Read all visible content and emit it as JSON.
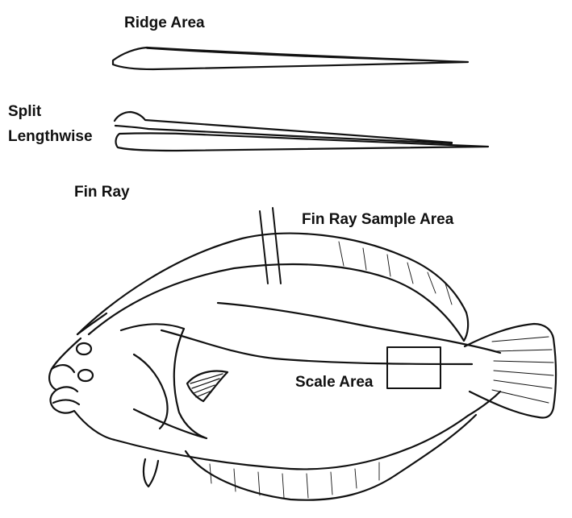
{
  "labels": {
    "ridge_area": "Ridge Area",
    "split_line1": "Split",
    "split_line2": "Lengthwise",
    "fin_ray": "Fin Ray",
    "fin_ray_sample_area": "Fin Ray Sample Area",
    "scale_area": "Scale Area"
  },
  "colors": {
    "ink": "#111111",
    "background": "#ffffff"
  }
}
